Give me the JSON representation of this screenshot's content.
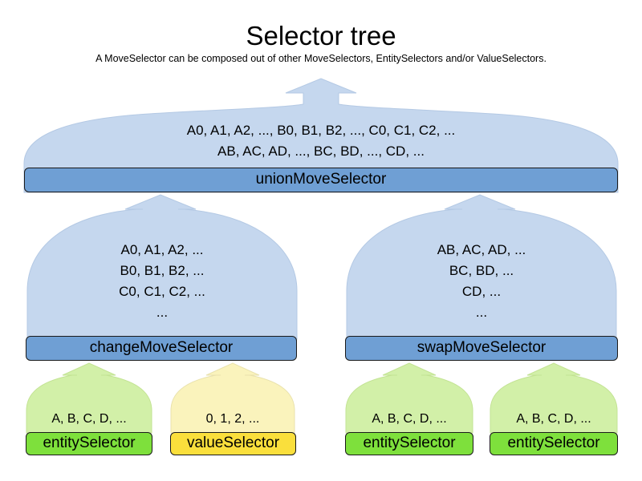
{
  "header": {
    "title": "Selector tree",
    "subtitle": "A MoveSelector can be composed out of other MoveSelectors, EntitySelectors and/or ValueSelectors."
  },
  "colors": {
    "move_selector_dome": "#c5d7ee",
    "move_selector_bar": "#6f9fd4",
    "entity_selector_dome": "#d2f0a8",
    "entity_selector_bar": "#7ee03c",
    "value_selector_dome": "#faf3bc",
    "value_selector_bar": "#fadf3c",
    "outline": "#1a1a1a",
    "background": "#ffffff"
  },
  "nodes": {
    "union": {
      "label": "unionMoveSelector",
      "lines": [
        "A0, A1, A2, ..., B0, B1, B2, ..., C0, C1, C2, ...",
        "AB, AC, AD, ..., BC, BD, ..., CD, ..."
      ]
    },
    "change": {
      "label": "changeMoveSelector",
      "lines": [
        "A0, A1, A2, ...",
        "B0, B1, B2, ...",
        "C0, C1, C2, ...",
        "..."
      ]
    },
    "swap": {
      "label": "swapMoveSelector",
      "lines": [
        "AB, AC, AD, ...",
        "BC, BD, ...",
        "CD, ...",
        "..."
      ]
    },
    "entity1": {
      "label": "entitySelector",
      "lines": [
        "A, B, C, D, ..."
      ]
    },
    "value1": {
      "label": "valueSelector",
      "lines": [
        "0, 1, 2, ..."
      ]
    },
    "entity2": {
      "label": "entitySelector",
      "lines": [
        "A, B, C, D, ..."
      ]
    },
    "entity3": {
      "label": "entitySelector",
      "lines": [
        "A, B, C, D, ..."
      ]
    }
  }
}
